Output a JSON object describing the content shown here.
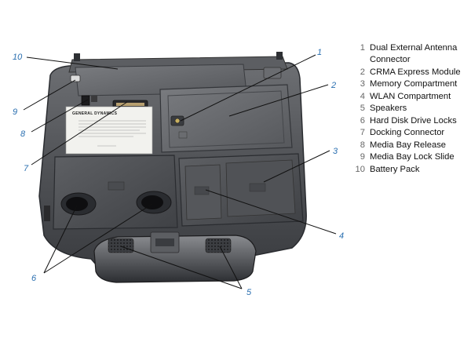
{
  "legend": {
    "items": [
      {
        "num": "1",
        "lines": [
          "Dual External Antenna",
          "Connector"
        ]
      },
      {
        "num": "2",
        "lines": [
          "CRMA Express Module"
        ]
      },
      {
        "num": "3",
        "lines": [
          "Memory Compartment"
        ]
      },
      {
        "num": "4",
        "lines": [
          "WLAN Compartment"
        ]
      },
      {
        "num": "5",
        "lines": [
          "Speakers"
        ]
      },
      {
        "num": "6",
        "lines": [
          "Hard Disk Drive Locks"
        ]
      },
      {
        "num": "7",
        "lines": [
          "Docking Connector"
        ]
      },
      {
        "num": "8",
        "lines": [
          "Media Bay Release"
        ]
      },
      {
        "num": "9",
        "lines": [
          "Media Bay Lock Slide"
        ]
      },
      {
        "num": "10",
        "lines": [
          "Battery Pack"
        ]
      }
    ]
  },
  "callouts": [
    "10",
    "1",
    "2",
    "9",
    "8",
    "3",
    "7",
    "4",
    "6",
    "5"
  ],
  "sticker": {
    "brand": "GENERAL DYNAMICS"
  },
  "colors": {
    "callout": "#2a6fb0",
    "chassis": "#4a4c50",
    "background": "#ffffff"
  }
}
